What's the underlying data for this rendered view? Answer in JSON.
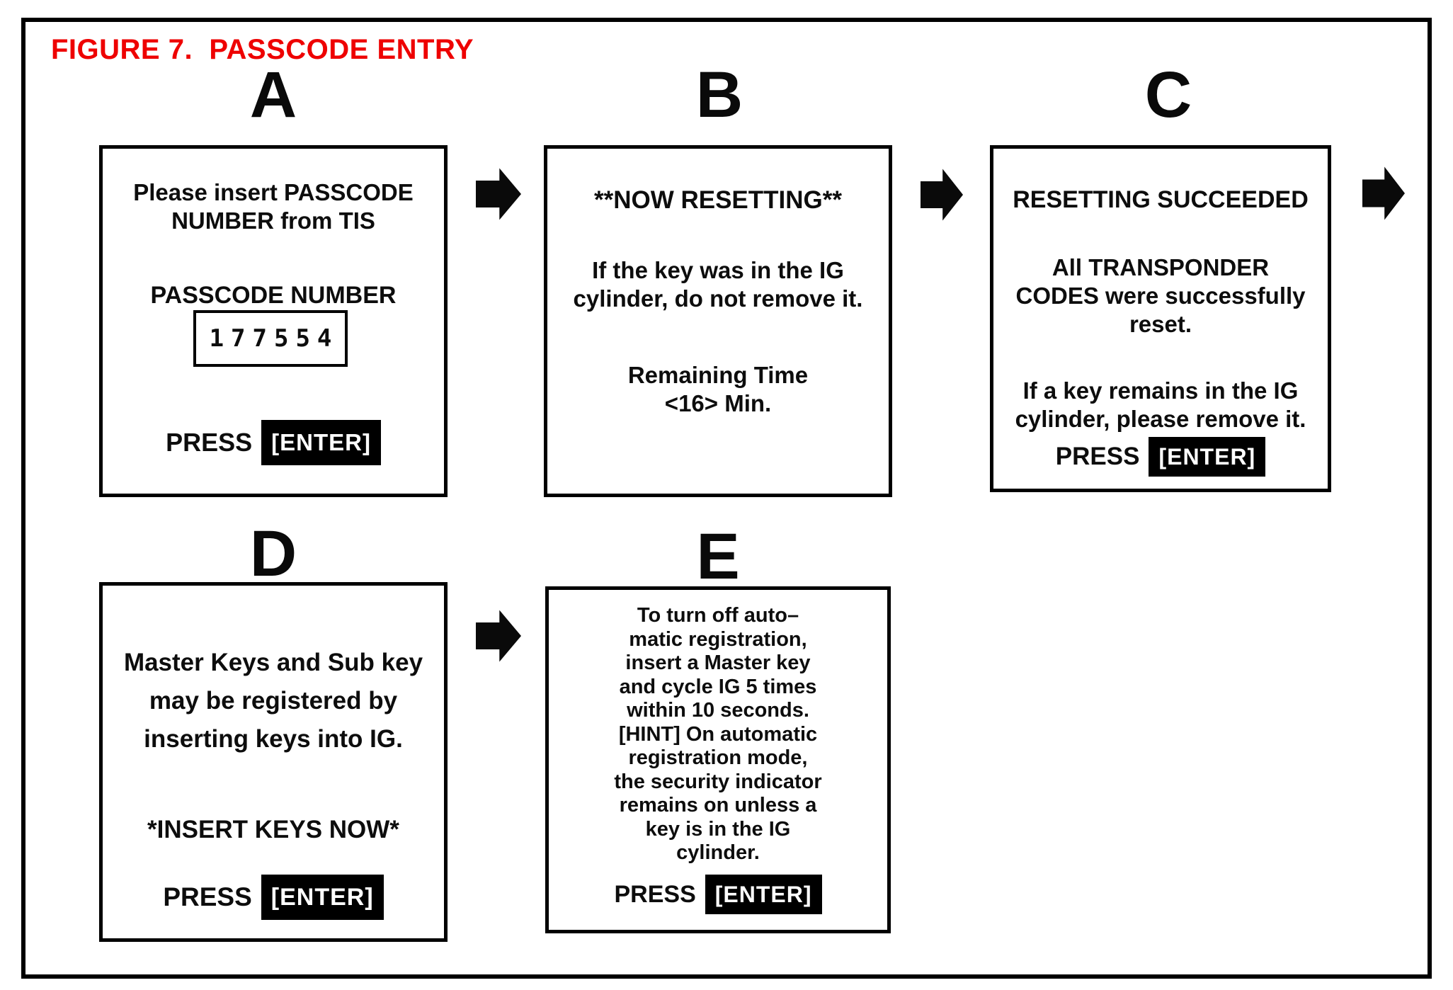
{
  "title": "FIGURE 7.  PASSCODE ENTRY",
  "colors": {
    "title_red": "#ee0000",
    "ink": "#0d0d0d",
    "enter_badge_bg": "#000000",
    "enter_badge_fg": "#ffffff"
  },
  "icons": {
    "arrow_a_to_b": "right-block-arrow",
    "arrow_b_to_c": "right-block-arrow",
    "arrow_c_next": "right-block-arrow",
    "arrow_d_to_e": "right-block-arrow"
  },
  "panels": {
    "a": {
      "label": "A",
      "prompt": "Please insert PASSCODE\nNUMBER from TIS",
      "passcode_label": "PASSCODE NUMBER",
      "passcode_value": "177554",
      "press_label": "PRESS",
      "enter_label": "[ENTER]"
    },
    "b": {
      "label": "B",
      "heading": "**NOW RESETTING**",
      "body": "If the key was in the IG\ncylinder, do not remove it.",
      "remaining_time": "Remaining Time\n<16> Min."
    },
    "c": {
      "label": "C",
      "heading": "RESETTING SUCCEEDED",
      "body1": "All TRANSPONDER\nCODES were successfully\nreset.",
      "body2": "If a key remains in the IG\ncylinder, please remove it.",
      "press_label": "PRESS",
      "enter_label": "[ENTER]"
    },
    "d": {
      "label": "D",
      "body": "Master Keys and Sub key\nmay be registered by\ninserting keys into IG.",
      "insert_prompt": "*INSERT KEYS NOW*",
      "press_label": "PRESS",
      "enter_label": "[ENTER]"
    },
    "e": {
      "label": "E",
      "body": "To turn off auto–\nmatic registration,\ninsert a Master key\nand cycle IG 5 times\nwithin 10 seconds.\n[HINT] On automatic\nregistration mode,\nthe security indicator\nremains on unless a\nkey is in the IG\ncylinder.",
      "press_label": "PRESS",
      "enter_label": "[ENTER]"
    }
  }
}
